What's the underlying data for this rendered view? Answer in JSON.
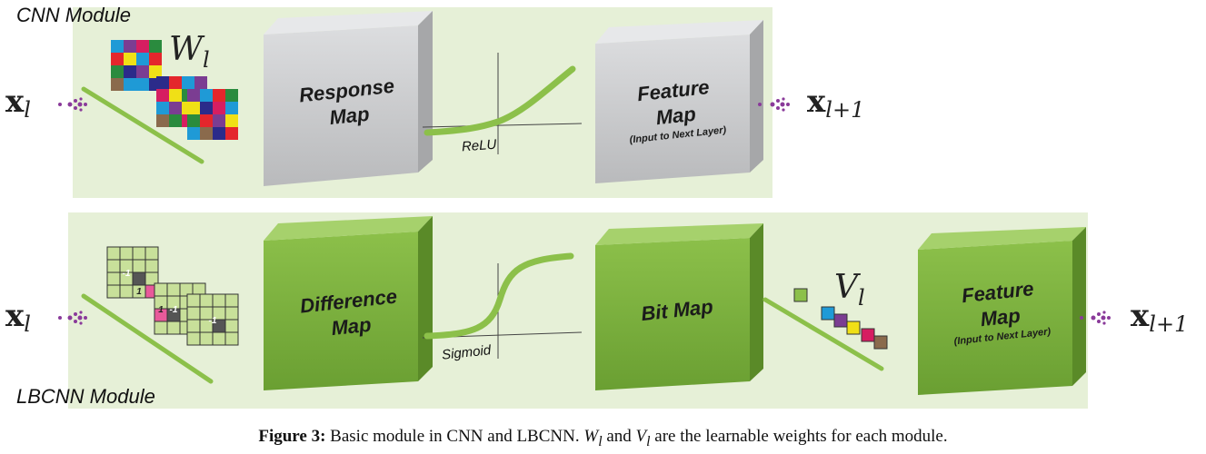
{
  "cnn": {
    "module_label": "CNN Module",
    "input_var": "x",
    "input_sub": "l",
    "output_var": "x",
    "output_sub": "l+1",
    "weight_var": "W",
    "weight_sub": "l",
    "response_map": [
      "Response",
      "Map"
    ],
    "activation_label": "ReLU",
    "feature_map": [
      "Feature",
      "Map"
    ],
    "feature_map_note": "(Input to Next Layer)"
  },
  "lbcnn": {
    "module_label": "LBCNN Module",
    "input_var": "x",
    "input_sub": "l",
    "output_var": "x",
    "output_sub": "l+1",
    "weight_var": "V",
    "weight_sub": "l",
    "difference_map": [
      "Difference",
      "Map"
    ],
    "activation_label": "Sigmoid",
    "bit_map": "Bit Map",
    "feature_map": [
      "Feature",
      "Map"
    ],
    "feature_map_note": "(Input to Next Layer)",
    "filter_values": [
      "-1",
      "1",
      "1",
      "-1",
      "-1"
    ]
  },
  "caption": {
    "prefix": "Figure 3:",
    "text_1": "Basic module in CNN and LBCNN.",
    "w": "W",
    "w_sub": "l",
    "and": "and",
    "v": "V",
    "v_sub": "l",
    "text_2": "are the learnable weights for each module."
  },
  "colors": {
    "panel": "#e6f0d7",
    "gray_box": "#c8c9cb",
    "green_box": "#7cb140",
    "arrow_dots": "#8a3a9a"
  }
}
